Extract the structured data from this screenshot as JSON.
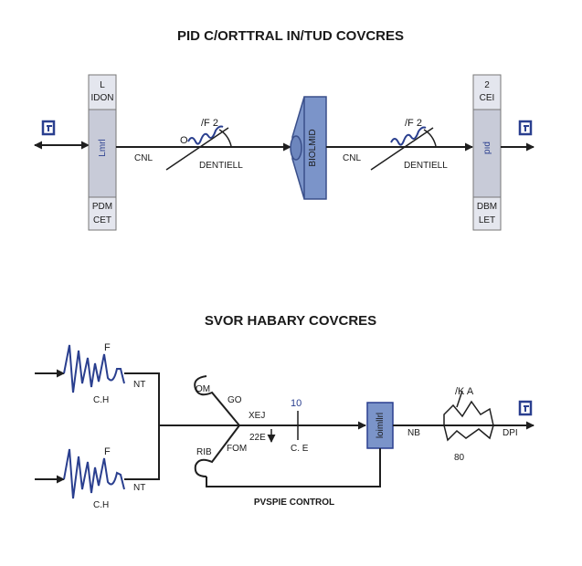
{
  "top": {
    "title": "PID C/ORTTRAL IN/TUD COVCRES",
    "left_block": {
      "top1": "L",
      "top2": "IDON",
      "mid": "Lmrl",
      "bot1": "PDM",
      "bot2": "CET"
    },
    "right_block": {
      "top1": "2",
      "top2": "CEI",
      "mid": "pıd",
      "bot1": "DBM",
      "bot2": "LET"
    },
    "left_signal": {
      "f_label": "/F 2",
      "o_label": "O",
      "cnl": "CNL",
      "dentiell": "DENTIELL"
    },
    "right_signal": {
      "f_label": "/F 2",
      "cnl": "CNL",
      "dentiell": "DENTIELL"
    },
    "amp_text": "BIOLMID"
  },
  "bottom": {
    "title": "SVOR HABARY COVCRES",
    "input1": {
      "label": "C.H",
      "f": "F",
      "nt": "NT"
    },
    "input2": {
      "label": "C.H",
      "f": "F",
      "nt": "NT"
    },
    "switch": {
      "om": "OM",
      "go": "GO",
      "xej": "XEJ",
      "v22e": "22E",
      "rib": "RIB",
      "fom": "FOM"
    },
    "probe": {
      "top": "10",
      "bot": "C. E"
    },
    "box_text": "loimllrl",
    "nb": "NB",
    "out": {
      "top": "/K A",
      "val": "80",
      "dpi": "DPI"
    },
    "control_label": "PVSPIE CONTROL"
  }
}
